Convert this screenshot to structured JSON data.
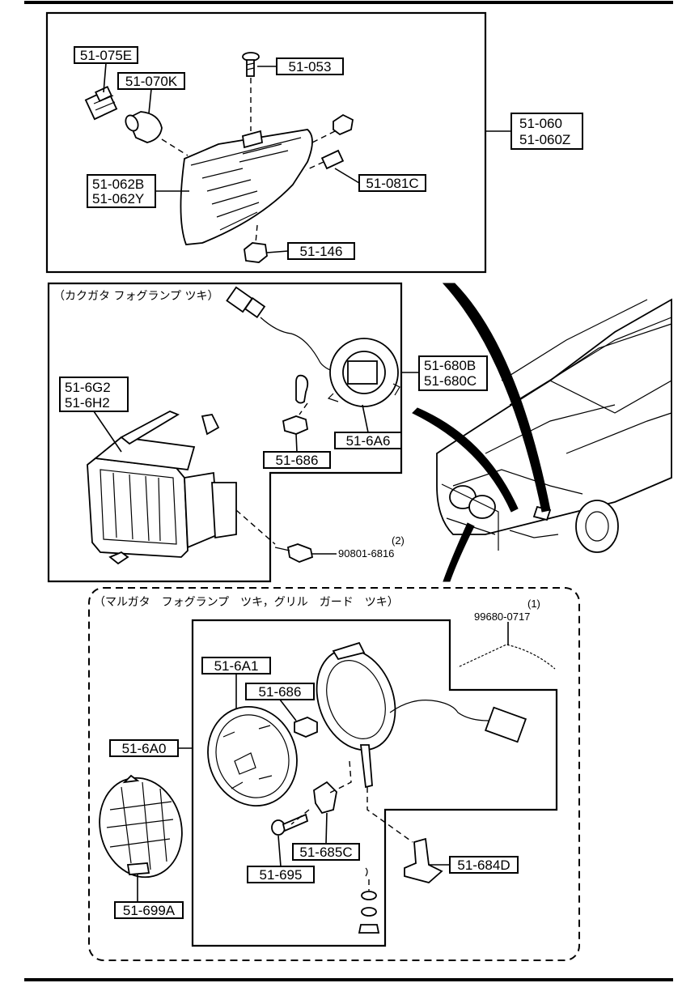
{
  "labels": {
    "p51_075E": "51-075E",
    "p51_070K": "51-070K",
    "p51_053": "51-053",
    "p51_060": "51-060",
    "p51_060Z": "51-060Z",
    "p51_062B": "51-062B",
    "p51_062Y": "51-062Y",
    "p51_081C": "51-081C",
    "p51_146": "51-146",
    "p51_680B": "51-680B",
    "p51_680C": "51-680C",
    "p51_6G2": "51-6G2",
    "p51_6H2": "51-6H2",
    "p51_6A6": "51-6A6",
    "p51_686_a": "51-686",
    "p90801": "90801-6816",
    "q2": "(2)",
    "q1": "(1)",
    "p99680": "99680-0717",
    "p51_6A1": "51-6A1",
    "p51_686_b": "51-686",
    "p51_6A0": "51-6A0",
    "p51_685C": "51-685C",
    "p51_695": "51-695",
    "p51_684D": "51-684D",
    "p51_699A": "51-699A"
  },
  "notes": {
    "square_fog": "（カクガタ フォグランプ ツキ）",
    "round_fog": "（マルガタ　フォグランプ　ツキ，グリル　ガード　ツキ）"
  }
}
